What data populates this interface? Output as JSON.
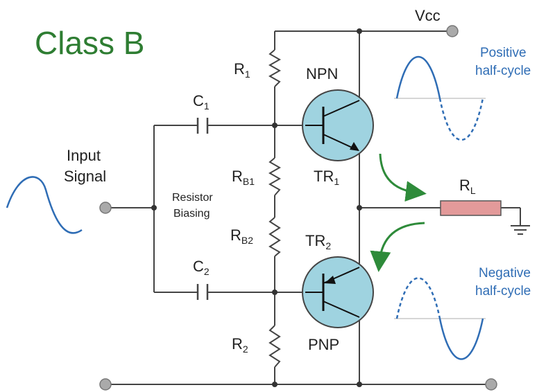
{
  "title": "Class B",
  "supply": {
    "label": "Vcc"
  },
  "input": {
    "line1": "Input",
    "line2": "Signal"
  },
  "biasing": {
    "line1": "Resistor",
    "line2": "Biasing"
  },
  "components": {
    "r1": {
      "main": "R",
      "sub": "1"
    },
    "rb1": {
      "main": "R",
      "sub": "B1"
    },
    "rb2": {
      "main": "R",
      "sub": "B2"
    },
    "r2": {
      "main": "R",
      "sub": "2"
    },
    "c1": {
      "main": "C",
      "sub": "1"
    },
    "c2": {
      "main": "C",
      "sub": "2"
    },
    "rl": {
      "main": "R",
      "sub": "L"
    }
  },
  "transistors": {
    "tr1": {
      "type": "NPN",
      "main": "TR",
      "sub": "1"
    },
    "tr2": {
      "type": "PNP",
      "main": "TR",
      "sub": "2"
    }
  },
  "outputs": {
    "positive": {
      "line1": "Positive",
      "line2": "half-cycle"
    },
    "negative": {
      "line1": "Negative",
      "line2": "half-cycle"
    }
  },
  "colors": {
    "title": "#2e7d32",
    "arrow": "#2e8b3a",
    "transistor_fill": "#9fd3e0",
    "load_fill": "#e39a9a",
    "wave": "#2f6db5"
  }
}
